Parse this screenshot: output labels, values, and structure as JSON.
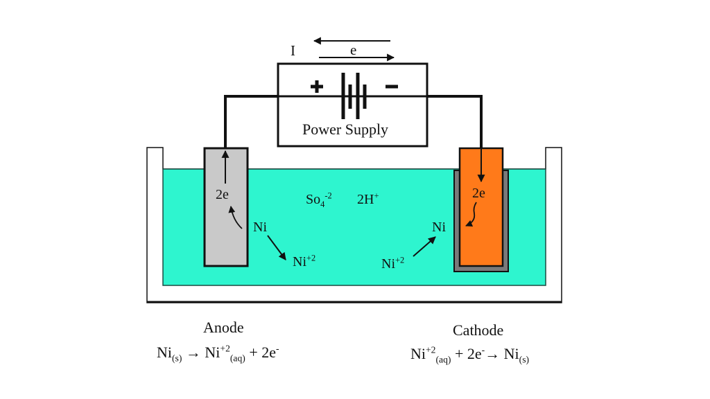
{
  "title": "Nickel electroplating cell",
  "colors": {
    "electrolyte": "#2ef5cf",
    "anode": "#c9c9c9",
    "cathode": "#ff7a1a",
    "cathode_coating": "#7a7a7a",
    "tank_wall": "#ffffff",
    "line": "#111111"
  },
  "current_arrow": {
    "label": "I",
    "direction": "left"
  },
  "electron_arrow": {
    "label": "e",
    "direction": "right"
  },
  "power_supply": {
    "label": "Power Supply",
    "positive_symbol": "+",
    "negative_symbol": "−",
    "icon": "battery-icon"
  },
  "electrolyte": {
    "ion1": {
      "base": "So",
      "sub": "4",
      "sup": "-2"
    },
    "ion2": {
      "base": "2H",
      "sup": "+"
    }
  },
  "anode": {
    "electron_label": "2e",
    "metal_label": "Ni",
    "ion_label": {
      "base": "Ni",
      "sup": "+2"
    },
    "caption": "Anode",
    "equation": {
      "reactant": "Ni",
      "reactant_state": "(s)",
      "arrow": "→",
      "product": "Ni",
      "product_charge": "+2",
      "product_state": "(aq)",
      "plus": "+",
      "electrons": "2e",
      "electron_charge": "-"
    }
  },
  "cathode": {
    "electron_label": "2e",
    "metal_label": "Ni",
    "ion_label": {
      "base": "Ni",
      "sup": "+2"
    },
    "caption": "Cathode",
    "equation": {
      "reactant": "Ni",
      "reactant_charge": "+2",
      "reactant_state": "(aq)",
      "plus": "+",
      "electrons": "2e",
      "electron_charge": "-",
      "arrow": "→",
      "product": "Ni",
      "product_state": "(s)"
    }
  }
}
